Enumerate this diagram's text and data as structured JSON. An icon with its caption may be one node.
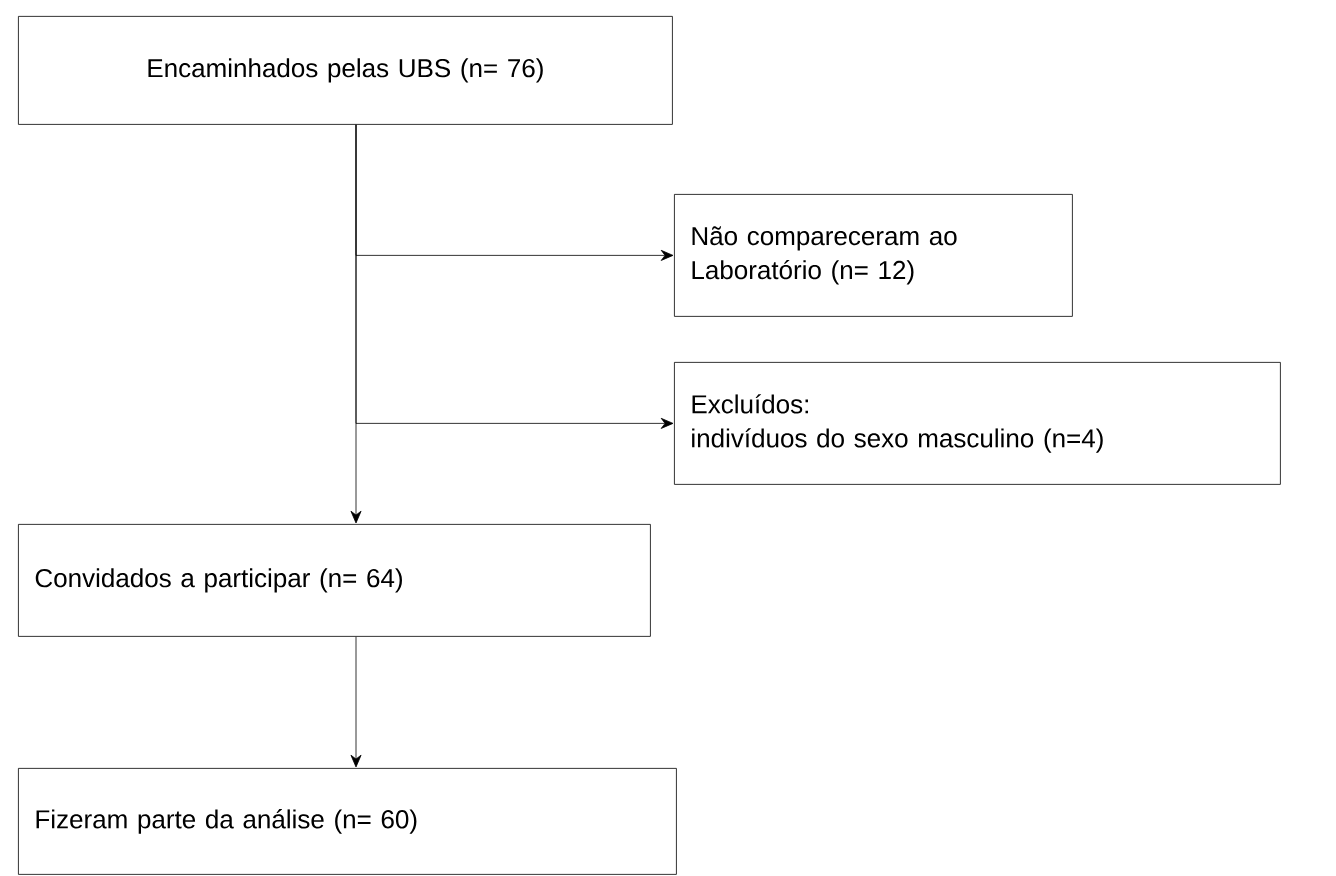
{
  "diagram": {
    "nodes": [
      {
        "text": [
          "Encaminhados pelas UBS (n= 76)"
        ]
      },
      {
        "text": [
          "Não compareceram ao Laboratório (n= 12)"
        ]
      },
      {
        "text": [
          "Excluídos:",
          "indivíduos do sexo masculino (n=4)"
        ]
      },
      {
        "text": [
          "Convidados a participar (n= 64)"
        ]
      },
      {
        "text": [
          "Fizeram parte da análise (n= 60)"
        ]
      }
    ],
    "edges": [
      {
        "from": 0,
        "to": 1,
        "arrow": "to"
      },
      {
        "from": 0,
        "to": 2,
        "arrow": "to"
      },
      {
        "from": 0,
        "to": 3,
        "arrow": "to"
      },
      {
        "from": 3,
        "to": 4,
        "arrow": "to"
      }
    ]
  }
}
